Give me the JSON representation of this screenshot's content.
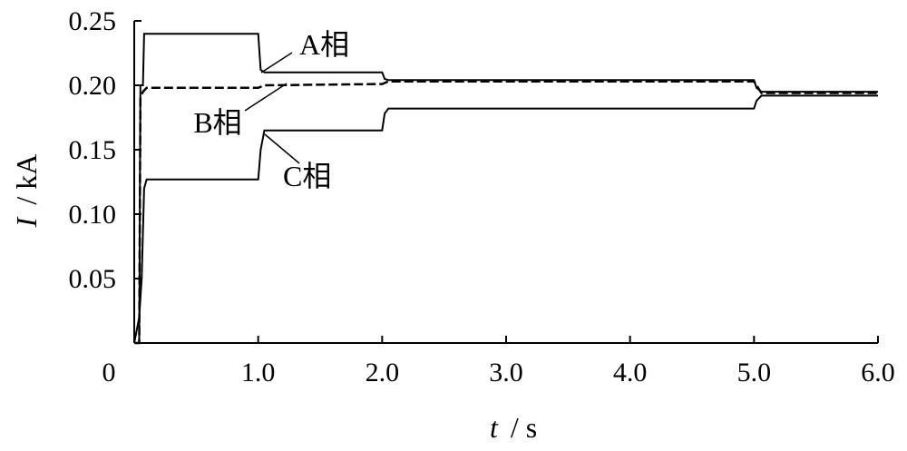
{
  "chart_data": {
    "type": "line",
    "xlabel_var": "t",
    "xlabel_unit": "/ s",
    "ylabel_var": "I",
    "ylabel_unit": "/ kA",
    "xlim": [
      0,
      6.0
    ],
    "ylim": [
      0,
      0.25
    ],
    "x_ticks": [
      0,
      1.0,
      2.0,
      3.0,
      4.0,
      5.0,
      6.0
    ],
    "x_tick_labels": [
      "0",
      "1.0",
      "2.0",
      "3.0",
      "4.0",
      "5.0",
      "6.0"
    ],
    "y_ticks": [
      0.05,
      0.1,
      0.15,
      0.2,
      0.25
    ],
    "y_tick_labels": [
      "0.05",
      "0.10",
      "0.15",
      "0.20",
      "0.25"
    ],
    "grid": false,
    "legend": "annotations",
    "series": [
      {
        "name": "A相",
        "style": "solid",
        "points": [
          [
            0,
            0
          ],
          [
            0.04,
            0
          ],
          [
            0.05,
            0.2
          ],
          [
            0.07,
            0.2
          ],
          [
            0.08,
            0.24
          ],
          [
            1.0,
            0.24
          ],
          [
            1.02,
            0.212
          ],
          [
            1.05,
            0.21
          ],
          [
            2.0,
            0.21
          ],
          [
            2.02,
            0.205
          ],
          [
            2.05,
            0.204
          ],
          [
            5.0,
            0.204
          ],
          [
            5.02,
            0.198
          ],
          [
            5.06,
            0.195
          ],
          [
            6.0,
            0.195
          ]
        ]
      },
      {
        "name": "B相",
        "style": "dashed",
        "points": [
          [
            0,
            0
          ],
          [
            0.04,
            0
          ],
          [
            0.05,
            0.19
          ],
          [
            0.07,
            0.195
          ],
          [
            0.1,
            0.198
          ],
          [
            1.0,
            0.198
          ],
          [
            1.05,
            0.2
          ],
          [
            2.0,
            0.201
          ],
          [
            2.05,
            0.203
          ],
          [
            5.0,
            0.203
          ],
          [
            5.06,
            0.194
          ],
          [
            6.0,
            0.194
          ]
        ]
      },
      {
        "name": "C相",
        "style": "solid",
        "points": [
          [
            0,
            0
          ],
          [
            0.04,
            0.02
          ],
          [
            0.06,
            0.05
          ],
          [
            0.08,
            0.12
          ],
          [
            0.1,
            0.127
          ],
          [
            1.0,
            0.127
          ],
          [
            1.02,
            0.15
          ],
          [
            1.05,
            0.165
          ],
          [
            2.0,
            0.165
          ],
          [
            2.02,
            0.178
          ],
          [
            2.05,
            0.182
          ],
          [
            5.0,
            0.182
          ],
          [
            5.02,
            0.188
          ],
          [
            5.06,
            0.192
          ],
          [
            6.0,
            0.192
          ]
        ]
      }
    ],
    "annotations": [
      {
        "series": "A相",
        "label": "A相",
        "at_x": 1.05,
        "at_y": 0.215
      },
      {
        "series": "B相",
        "label": "B相",
        "at_x": 1.05,
        "at_y": 0.2
      },
      {
        "series": "C相",
        "label": "C相",
        "at_x": 1.05,
        "at_y": 0.165
      }
    ]
  }
}
